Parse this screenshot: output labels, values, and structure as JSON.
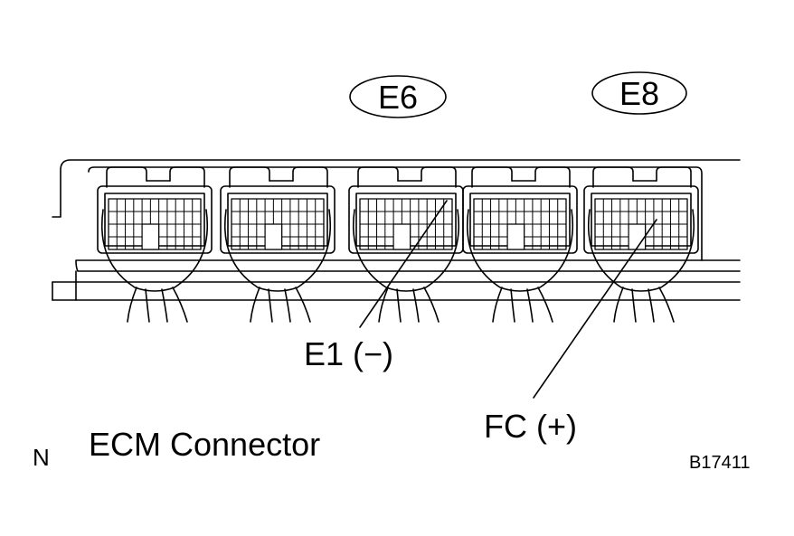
{
  "callouts": {
    "e6": "E6",
    "e8": "E8",
    "e1": "E1 (−)",
    "fc": "FC (+)"
  },
  "caption": "ECM Connector",
  "corner_mark": "N",
  "figure_code": "B17411"
}
